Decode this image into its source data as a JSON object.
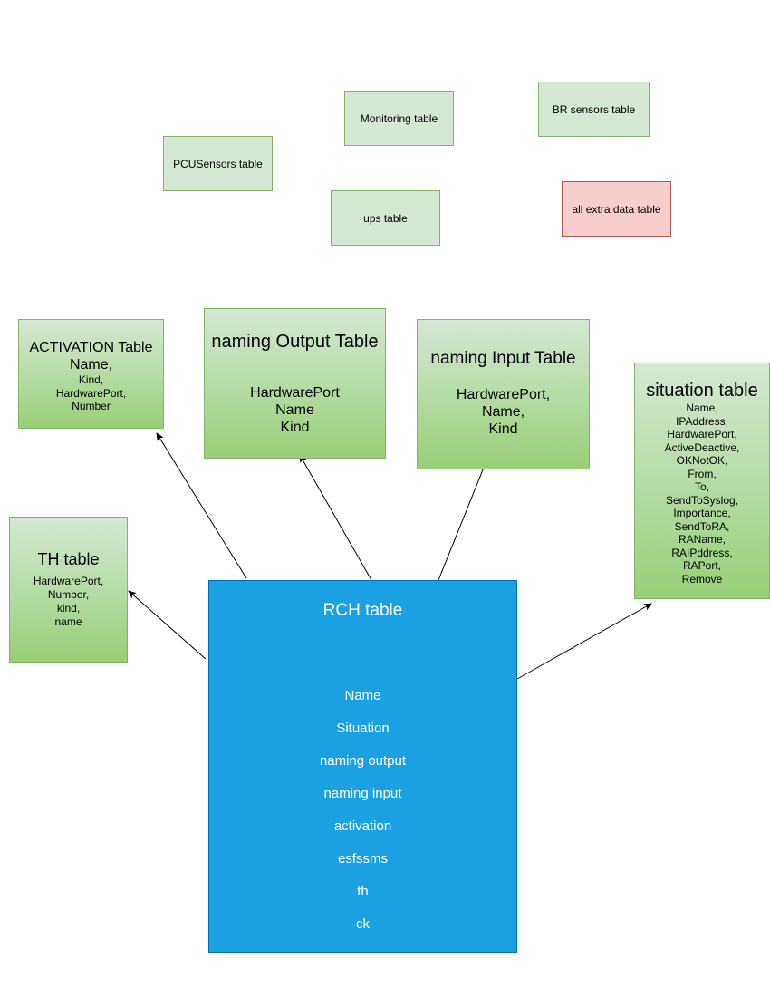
{
  "floating_tables": {
    "pcusensors": "PCUSensors table",
    "monitoring": "Monitoring table",
    "ups": "ups table",
    "br_sensors": "BR sensors table",
    "all_extra": "all extra data table"
  },
  "activation": {
    "title": "ACTIVATION Table",
    "first": "Name,",
    "fields": [
      "Kind,",
      "HardwarePort,",
      "Number"
    ]
  },
  "naming_output": {
    "title": "naming Output Table",
    "fields": [
      "HardwarePort",
      "Name",
      "Kind"
    ]
  },
  "naming_input": {
    "title": "naming Input Table",
    "fields": [
      "HardwarePort,",
      "Name,",
      "Kind"
    ]
  },
  "situation": {
    "title": "situation table",
    "fields": [
      "Name,",
      "IPAddress,",
      "HardwarePort,",
      "ActiveDeactive,",
      "OKNotOK,",
      "From,",
      "To,",
      "SendToSyslog,",
      "Importance,",
      "SendToRA,",
      "RAName,",
      "RAIPddress,",
      "RAPort,",
      "Remove"
    ]
  },
  "th": {
    "title": "TH table",
    "fields": [
      "HardwarePort,",
      "Number,",
      "kind,",
      "name"
    ]
  },
  "rch": {
    "title": "RCH table",
    "fields": [
      "Name",
      "Situation",
      "naming output",
      "naming input",
      "activation",
      "esfssms",
      "th",
      "ck"
    ]
  },
  "colors": {
    "green_fill": "#d5e8d4",
    "green_border": "#82b366",
    "gradient_end": "#97d077",
    "red_fill": "#f8cecc",
    "red_border": "#b85450",
    "blue_fill": "#1ba1e2",
    "blue_border": "#006eaf"
  }
}
